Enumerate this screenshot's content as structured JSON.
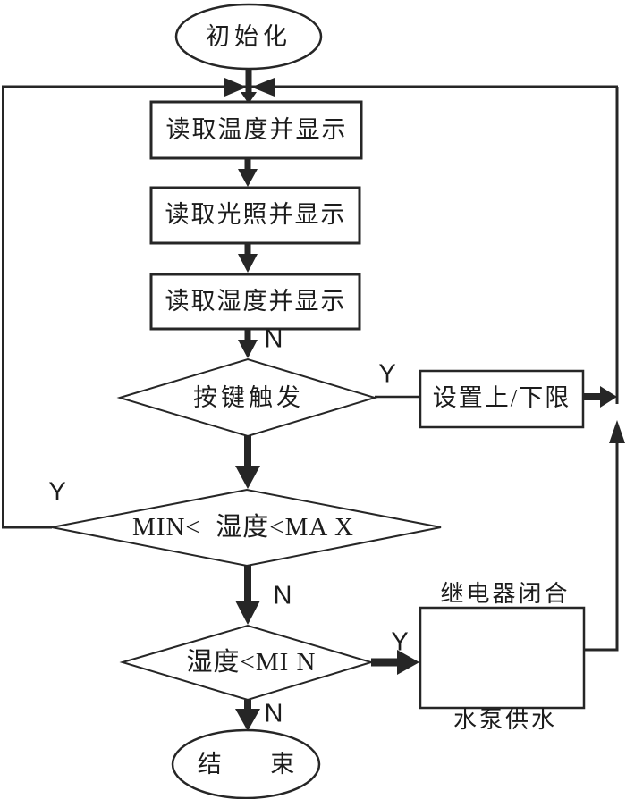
{
  "diagram": {
    "type": "flowchart",
    "nodes": {
      "start": {
        "shape": "terminator",
        "label": "初始化"
      },
      "read_temperature": {
        "shape": "process",
        "label": "读取温度并显示"
      },
      "read_light": {
        "shape": "process",
        "label": "读取光照并显示"
      },
      "read_humidity": {
        "shape": "process",
        "label": "读取湿度并显示"
      },
      "key_trigger": {
        "shape": "decision",
        "label": "按键触发"
      },
      "set_limits": {
        "shape": "process",
        "label": "设置上/下限"
      },
      "humidity_in_range": {
        "shape": "decision",
        "label": "MIN<  湿度<MA X"
      },
      "humidity_below_min": {
        "shape": "decision",
        "label": "湿度<MI N"
      },
      "relay_pump": {
        "shape": "process",
        "line1": "继电器闭合",
        "line2": "水泵供水"
      },
      "end": {
        "shape": "terminator",
        "label": "结      束"
      }
    },
    "edge_labels": {
      "n_before_key_trigger": "N",
      "y_key_trigger": "Y",
      "y_humidity_in_range": "Y",
      "n_humidity_in_range": "N",
      "y_humidity_below_min": "Y",
      "n_humidity_below_min": "N"
    },
    "edges": [
      {
        "from": "start",
        "to": "read_temperature",
        "label": ""
      },
      {
        "from": "read_temperature",
        "to": "read_light",
        "label": ""
      },
      {
        "from": "read_light",
        "to": "read_humidity",
        "label": ""
      },
      {
        "from": "read_humidity",
        "to": "key_trigger",
        "label": "N"
      },
      {
        "from": "key_trigger",
        "to": "set_limits",
        "label": "Y"
      },
      {
        "from": "set_limits",
        "to": "read_temperature",
        "label": ""
      },
      {
        "from": "key_trigger",
        "to": "humidity_in_range",
        "label": ""
      },
      {
        "from": "humidity_in_range",
        "to": "read_temperature",
        "label": "Y"
      },
      {
        "from": "humidity_in_range",
        "to": "humidity_below_min",
        "label": "N"
      },
      {
        "from": "humidity_below_min",
        "to": "relay_pump",
        "label": "Y"
      },
      {
        "from": "relay_pump",
        "to": "read_temperature",
        "label": ""
      },
      {
        "from": "humidity_below_min",
        "to": "end",
        "label": "N"
      }
    ],
    "colors": {
      "line": "#262626",
      "background": "#ffffff",
      "text": "#1c1c1c"
    }
  }
}
